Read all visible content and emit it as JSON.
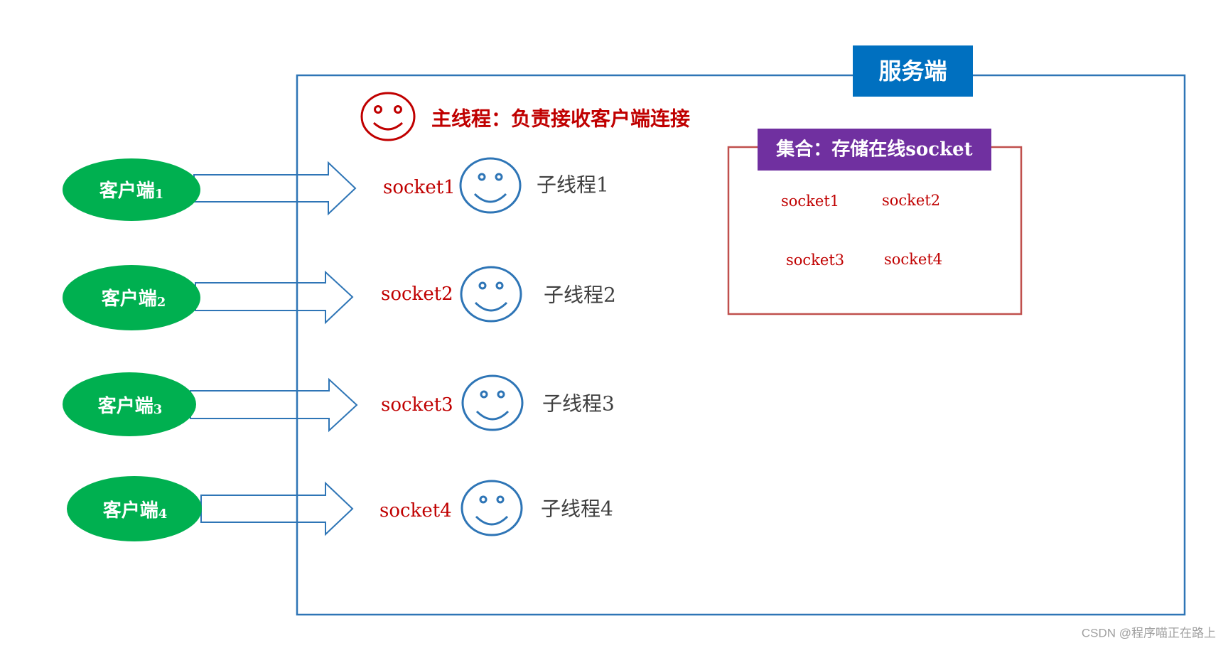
{
  "server": {
    "title": "服务端"
  },
  "main_thread": {
    "label": "主线程：负责接收客户端连接"
  },
  "clients": [
    {
      "name": "客户端",
      "index": "1",
      "socket": "socket1",
      "thread": "子线程1"
    },
    {
      "name": "客户端",
      "index": "2",
      "socket": "socket2",
      "thread": "子线程2"
    },
    {
      "name": "客户端",
      "index": "3",
      "socket": "socket3",
      "thread": "子线程3"
    },
    {
      "name": "客户端",
      "index": "4",
      "socket": "socket4",
      "thread": "子线程4"
    }
  ],
  "collection": {
    "title": "集合：存储在线socket",
    "items": [
      "socket1",
      "socket2",
      "socket3",
      "socket4"
    ]
  },
  "watermark": "CSDN @程序喵正在路上",
  "icons": {
    "main_thread": "smiley-icon",
    "worker_thread": "smiley-icon",
    "connection": "block-arrow-right-icon"
  },
  "colors": {
    "box_blue": "#2E75B6",
    "server_fill": "#0070C0",
    "client_green": "#00B050",
    "collection_purple": "#7030A0",
    "collection_border": "#C0504D",
    "red_text": "#C00000",
    "thread_text": "#404040",
    "watermark": "#A0A0A0"
  }
}
